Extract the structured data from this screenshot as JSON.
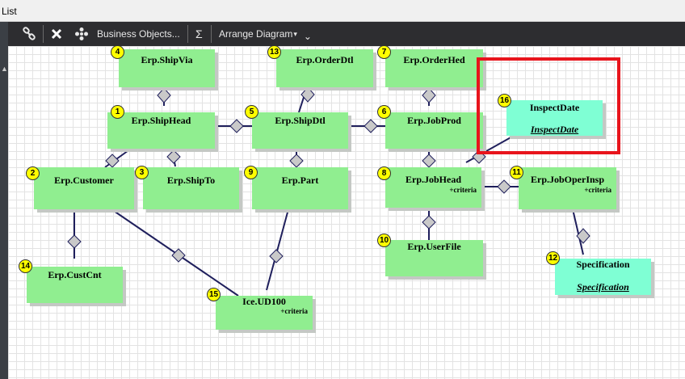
{
  "window": {
    "title": "List"
  },
  "toolbar": {
    "business_objects_label": "Business Objects...",
    "sigma_label": "Σ",
    "arrange_label": "Arrange Diagram",
    "arrange_caret": "▾",
    "arrange_extra": "⌄"
  },
  "diagram": {
    "nodes": {
      "shipvia": {
        "num": "4",
        "label": "Erp.ShipVia"
      },
      "orderdtl": {
        "num": "13",
        "label": "Erp.OrderDtl"
      },
      "orderhed": {
        "num": "7",
        "label": "Erp.OrderHed"
      },
      "inspectdate": {
        "num": "16",
        "label": "InspectDate",
        "sub": "InspectDate"
      },
      "shiphead": {
        "num": "1",
        "label": "Erp.ShipHead"
      },
      "shipdtl": {
        "num": "5",
        "label": "Erp.ShipDtl"
      },
      "jobprod": {
        "num": "6",
        "label": "Erp.JobProd"
      },
      "customer": {
        "num": "2",
        "label": "Erp.Customer"
      },
      "shipto": {
        "num": "3",
        "label": "Erp.ShipTo"
      },
      "part": {
        "num": "9",
        "label": "Erp.Part"
      },
      "jobhead": {
        "num": "8",
        "label": "Erp.JobHead",
        "crit": "+criteria"
      },
      "joboperinsp": {
        "num": "11",
        "label": "Erp.JobOperInsp",
        "crit": "+criteria"
      },
      "userfile": {
        "num": "10",
        "label": "Erp.UserFile"
      },
      "specification": {
        "num": "12",
        "label": "Specification",
        "sub": "Specification"
      },
      "custcnt": {
        "num": "14",
        "label": "Erp.CustCnt"
      },
      "ud100": {
        "num": "15",
        "label": "Ice.UD100",
        "crit": "+criteria"
      }
    },
    "colors": {
      "node_green": "#90ee90",
      "node_cyan": "#7fffd4",
      "link": "#1f1f5c",
      "highlight": "#e8141c",
      "badge": "#ffff00"
    }
  },
  "icons": [
    "link-icon",
    "close-icon",
    "network-icon",
    "sigma-icon"
  ]
}
